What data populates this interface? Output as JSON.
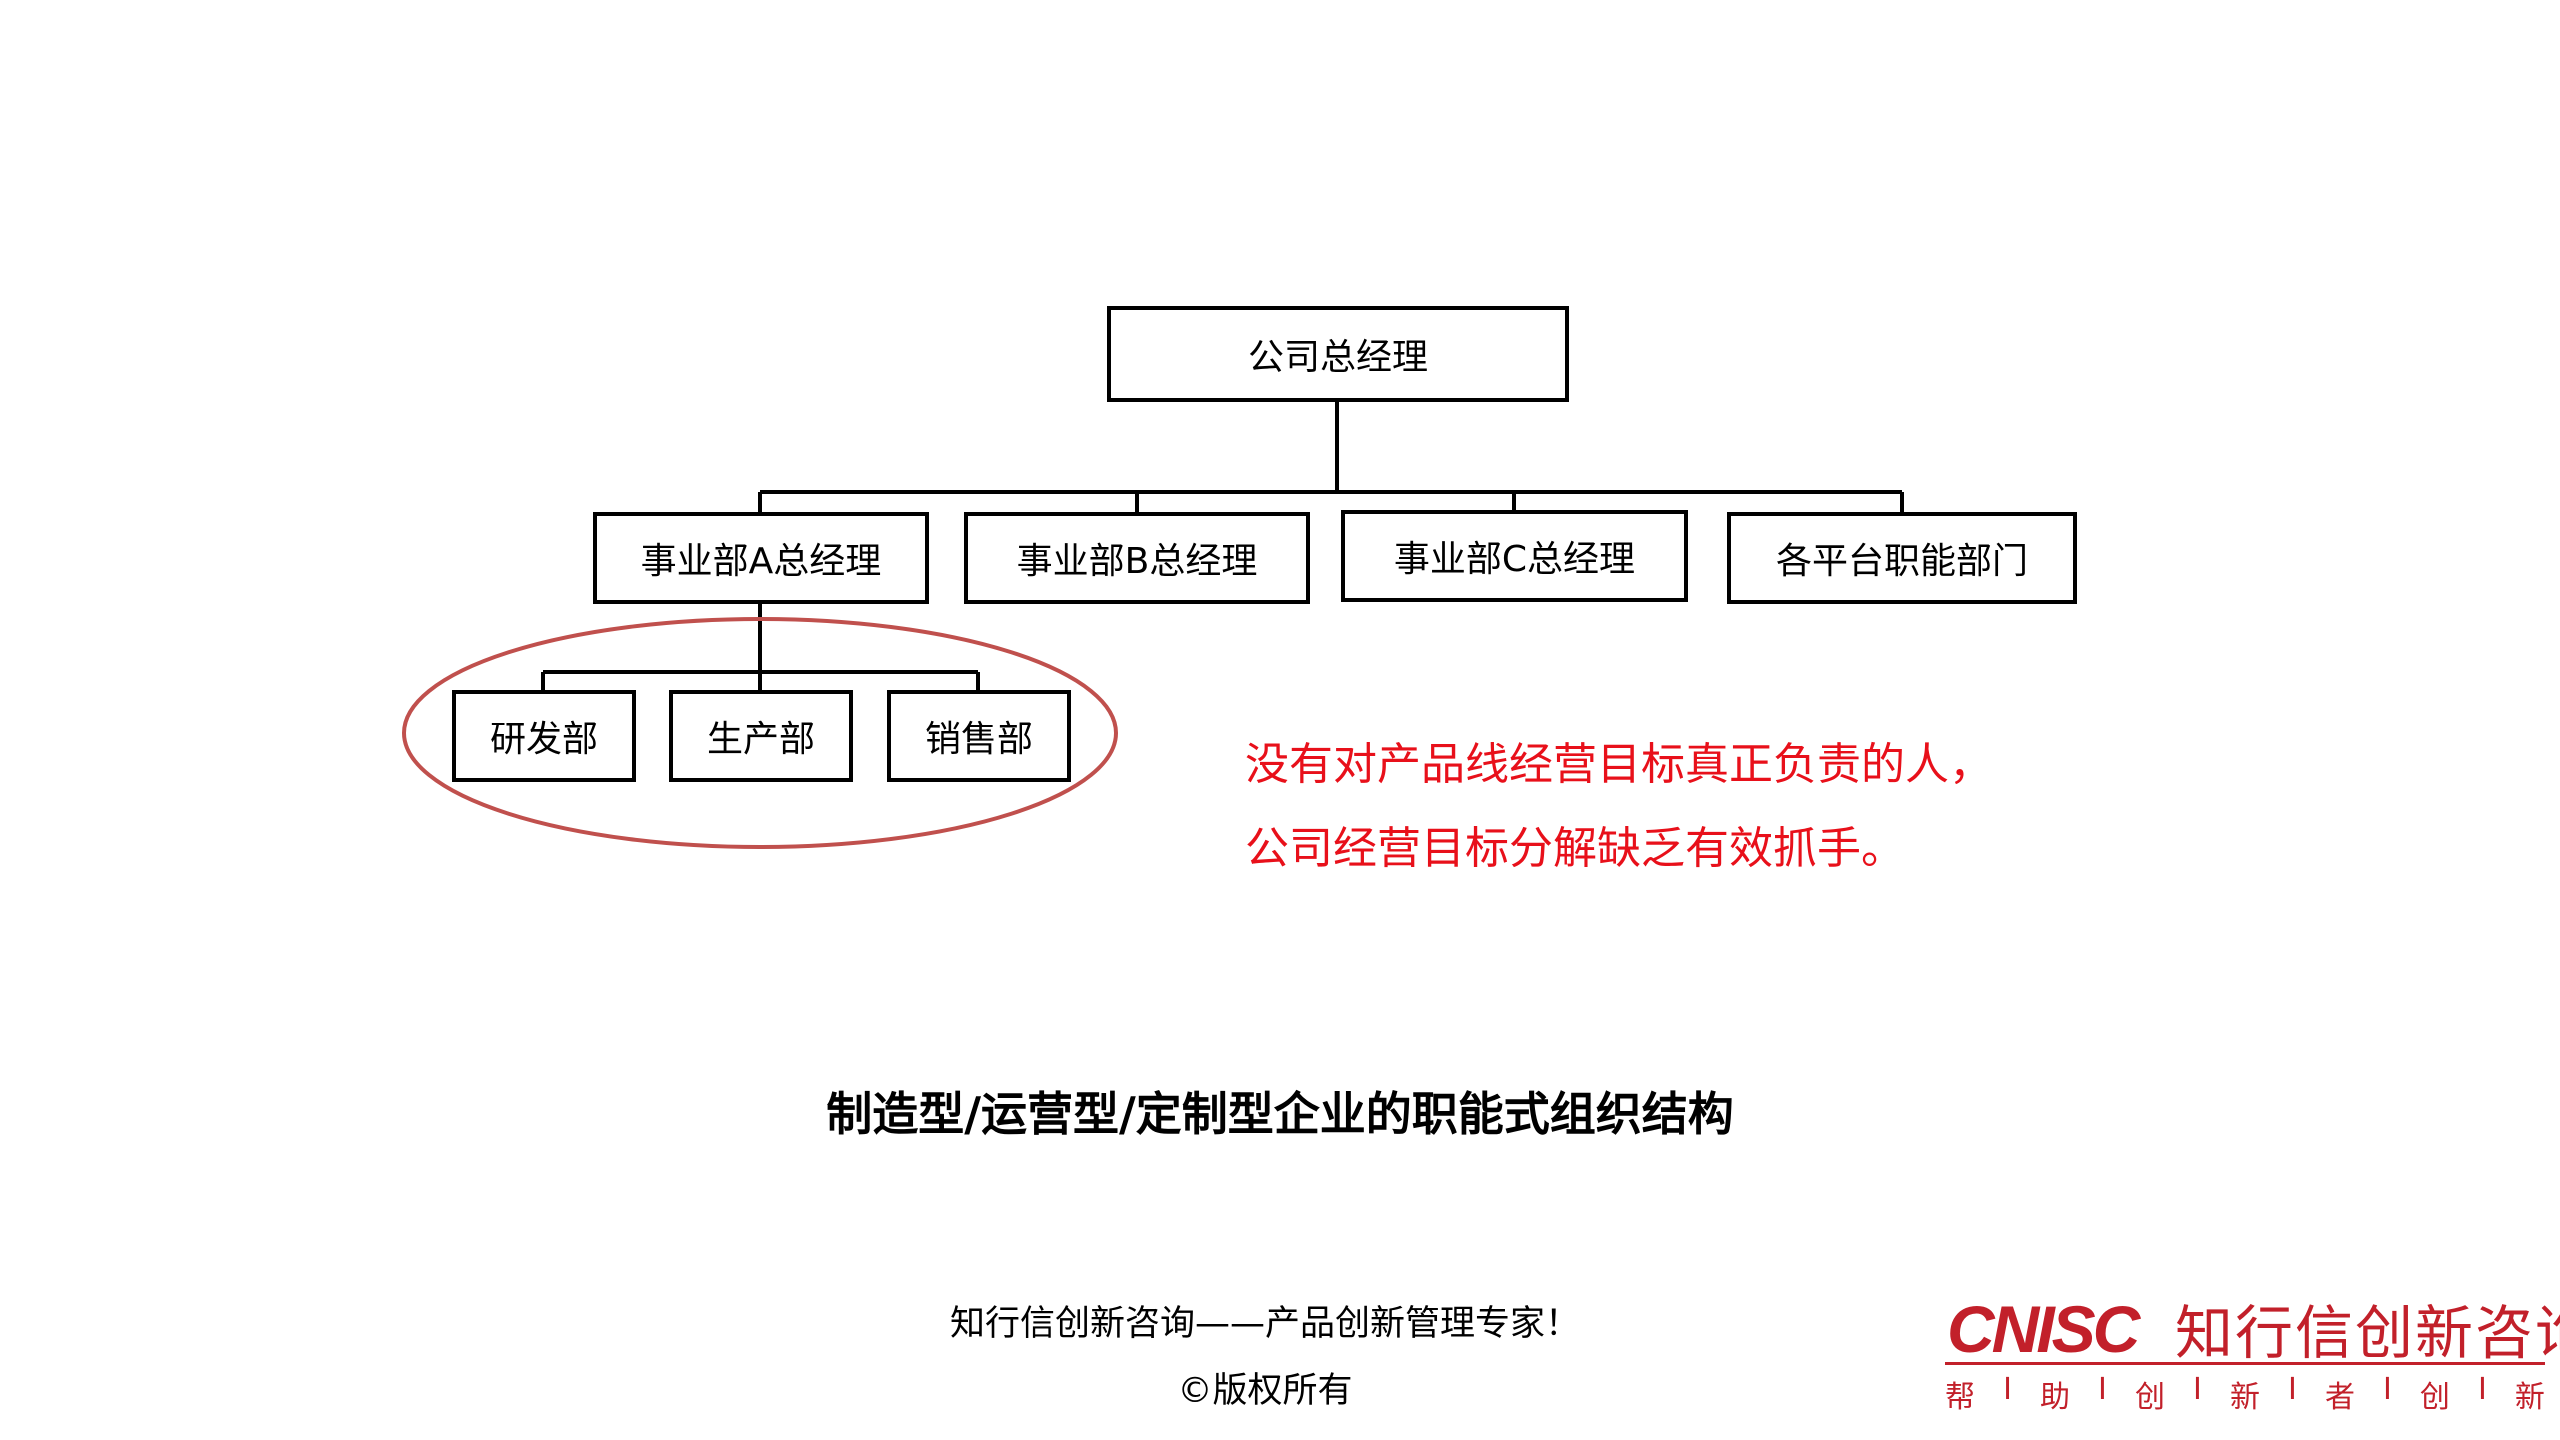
{
  "org_chart": {
    "root": "公司总经理",
    "level2": [
      "事业部A总经理",
      "事业部B总经理",
      "事业部C总经理",
      "各平台职能部门"
    ],
    "level3": [
      "研发部",
      "生产部",
      "销售部"
    ]
  },
  "annotation": {
    "line1": "没有对产品线经营目标真正负责的人，",
    "line2": "公司经营目标分解缺乏有效抓手。",
    "color": "#e8101a",
    "highlight_color": "#c0504d"
  },
  "caption": "制造型/运营型/定制型企业的职能式组织结构",
  "footer": {
    "line1": "知行信创新咨询——产品创新管理专家！",
    "line2": "©版权所有"
  },
  "brand": {
    "logo_text": "CNISC",
    "name": "知行信创新咨询",
    "slogan": [
      "帮",
      "I",
      "助",
      "I",
      "创",
      "I",
      "新",
      "I",
      "者",
      "I",
      "创",
      "I",
      "新"
    ],
    "color": "#c2202a"
  }
}
